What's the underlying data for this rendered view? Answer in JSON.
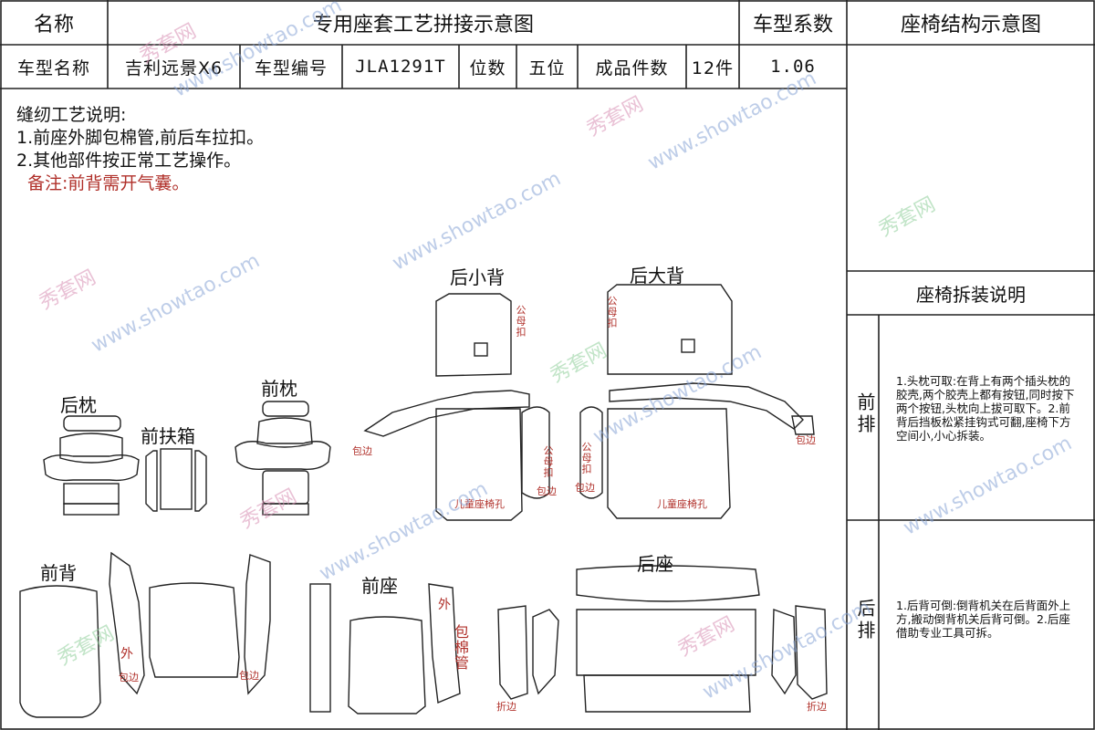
{
  "header": {
    "name_label": "名称",
    "title": "专用座套工艺拼接示意图",
    "coef_label": "车型系数",
    "structure_title": "座椅结构示意图"
  },
  "info": {
    "model_label": "车型名称",
    "model": "吉利远景X6",
    "code_label": "车型编号",
    "code": "JLA1291T",
    "seats_label": "位数",
    "seats": "五位",
    "pieces_label": "成品件数",
    "pieces": "12件",
    "coef": "1.06"
  },
  "notes": {
    "title": "缝纫工艺说明:",
    "line1": "1.前座外脚包棉管,前后车拉扣。",
    "line2": "2.其他部件按正常工艺操作。",
    "remark": "备注:前背需开气囊。"
  },
  "pieces": {
    "rear_small_back": "后小背",
    "rear_big_back": "后大背",
    "rear_headrest": "后枕",
    "front_armrest": "前扶箱",
    "front_headrest": "前枕",
    "front_back": "前背",
    "front_seat": "前座",
    "rear_seat": "后座"
  },
  "small_labels": {
    "buckle": "公母扣",
    "binding": "包边",
    "child_seat_hole": "儿童座椅孔",
    "outer": "外",
    "cotton_tube": "包棉管",
    "fold": "折边"
  },
  "right_panel": {
    "disassembly_title": "座椅拆装说明",
    "front_row": "前排",
    "front_text": "1.头枕可取:在背上有两个插头枕的胶壳,两个胶壳上都有按钮,同时按下两个按钮,头枕向上拔可取下。2.前背后挡板松紧挂钩式可翻,座椅下方空间小,小心拆装。",
    "rear_row": "后排",
    "rear_text": "1.后背可倒:倒背机关在后背面外上方,搬动倒背机关后背可倒。2.后座借助专业工具可拆。"
  },
  "watermark": {
    "cn": "秀套网",
    "url": "www.showtao.com"
  }
}
